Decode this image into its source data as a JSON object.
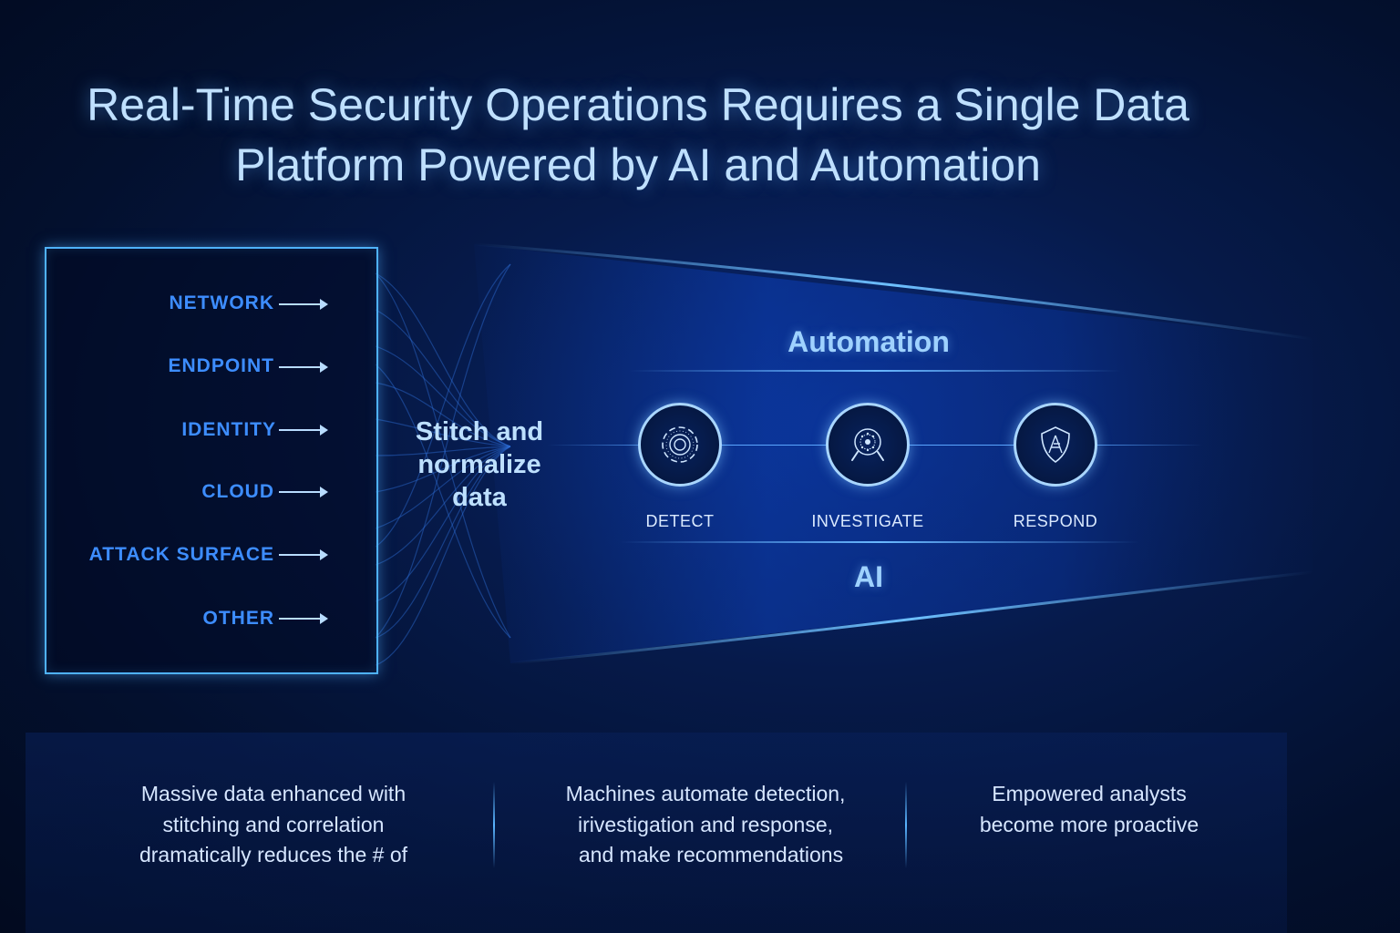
{
  "title": {
    "line1": "Real-Time Security Operations Requires a Single Data",
    "line2": "Platform Powered by AI and Automation"
  },
  "sources": {
    "items": [
      "NETWORK",
      "ENDPOINT",
      "IDENTITY",
      "CLOUD",
      "ATTACK SURFACE",
      "OTHER"
    ]
  },
  "stitch": {
    "label": "Stitch and normalize data"
  },
  "pipeline": {
    "top_label": "Automation",
    "bottom_label": "AI",
    "steps": [
      {
        "label": "DETECT",
        "icon": "target-icon"
      },
      {
        "label": "INVESTIGATE",
        "icon": "analysis-icon"
      },
      {
        "label": "RESPOND",
        "icon": "shield-icon"
      }
    ]
  },
  "footer": {
    "col1": [
      "Massive data enhanced with",
      "stitching and correlation",
      "dramatically reduces the # of"
    ],
    "col2": [
      "Machines automate detection,",
      "irivestigation and response,",
      "and make recommendations"
    ],
    "col3": [
      "Empowered analysts",
      "become more proactive"
    ]
  },
  "colors": {
    "accent": "#4fb2ff",
    "source_text": "#3d8dff",
    "heading": "#9fd2ff",
    "background": "#03102e"
  }
}
